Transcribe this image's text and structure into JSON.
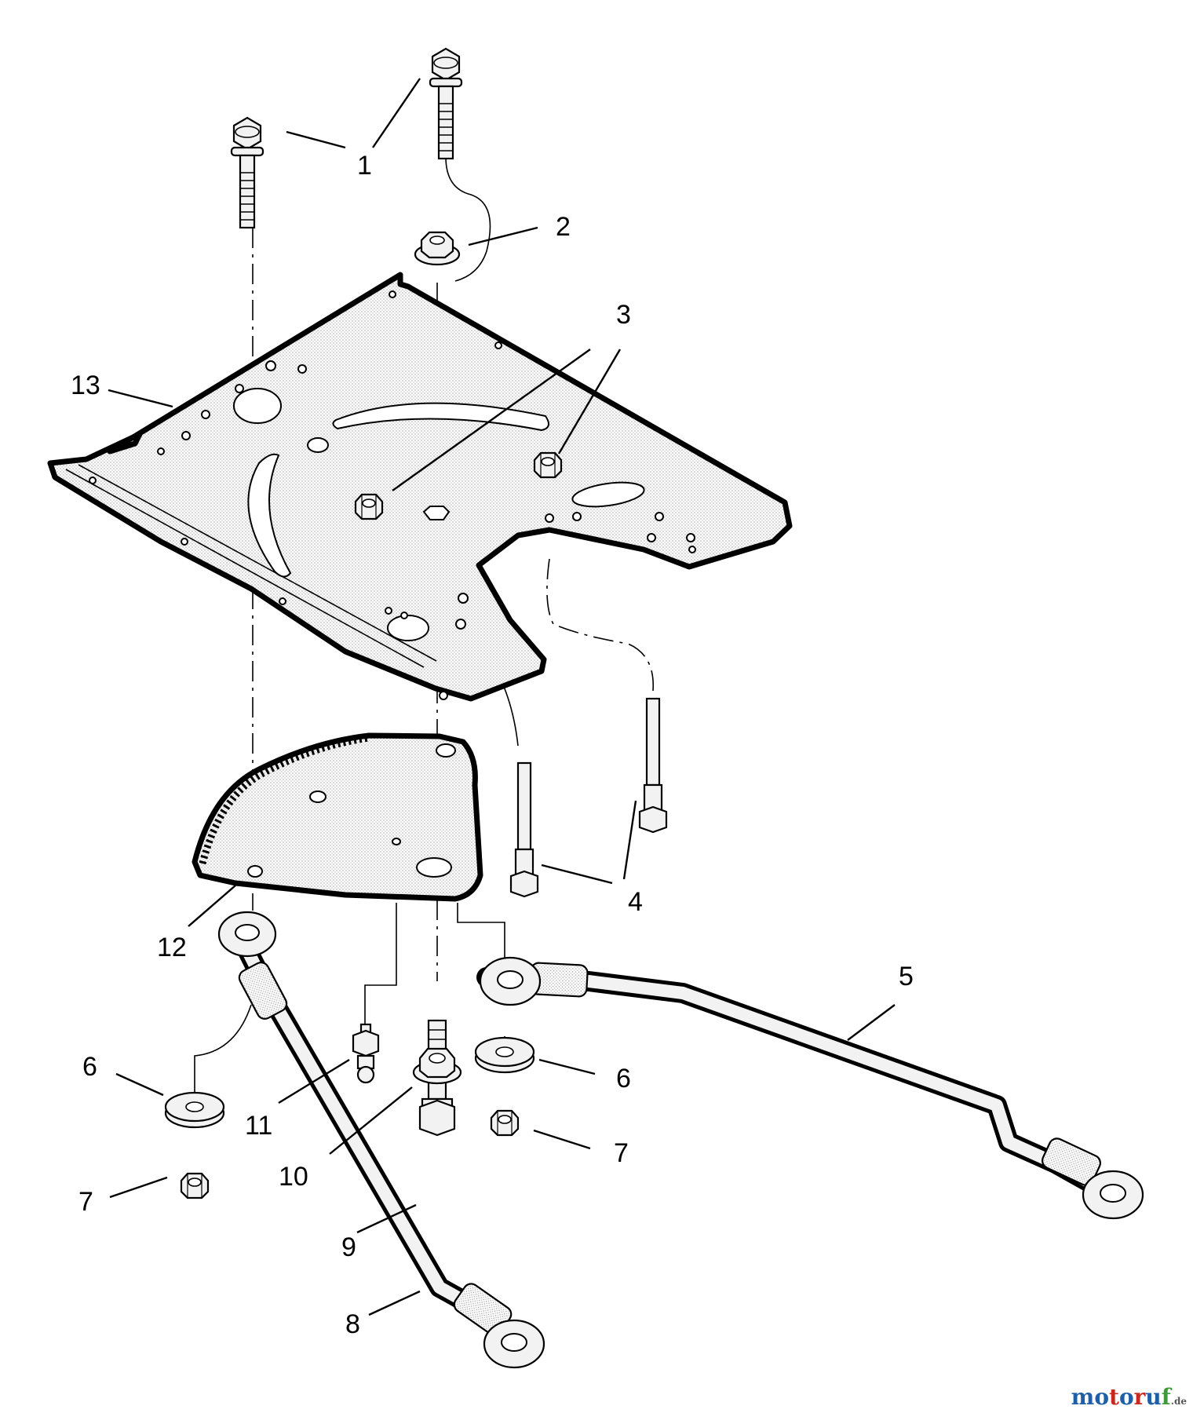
{
  "diagram": {
    "callouts": [
      {
        "id": "1",
        "label": "1"
      },
      {
        "id": "2",
        "label": "2"
      },
      {
        "id": "3",
        "label": "3"
      },
      {
        "id": "4",
        "label": "4"
      },
      {
        "id": "5",
        "label": "5"
      },
      {
        "id": "6a",
        "label": "6"
      },
      {
        "id": "6b",
        "label": "6"
      },
      {
        "id": "7a",
        "label": "7"
      },
      {
        "id": "7b",
        "label": "7"
      },
      {
        "id": "8",
        "label": "8"
      },
      {
        "id": "9",
        "label": "9"
      },
      {
        "id": "10",
        "label": "10"
      },
      {
        "id": "11",
        "label": "11"
      },
      {
        "id": "12",
        "label": "12"
      },
      {
        "id": "13",
        "label": "13"
      }
    ]
  },
  "watermark": {
    "text": "motoruf",
    "suffix": ".de",
    "colors": {
      "blue": "#1f5fa8",
      "red": "#c8281e",
      "green": "#3f9b3a"
    }
  }
}
